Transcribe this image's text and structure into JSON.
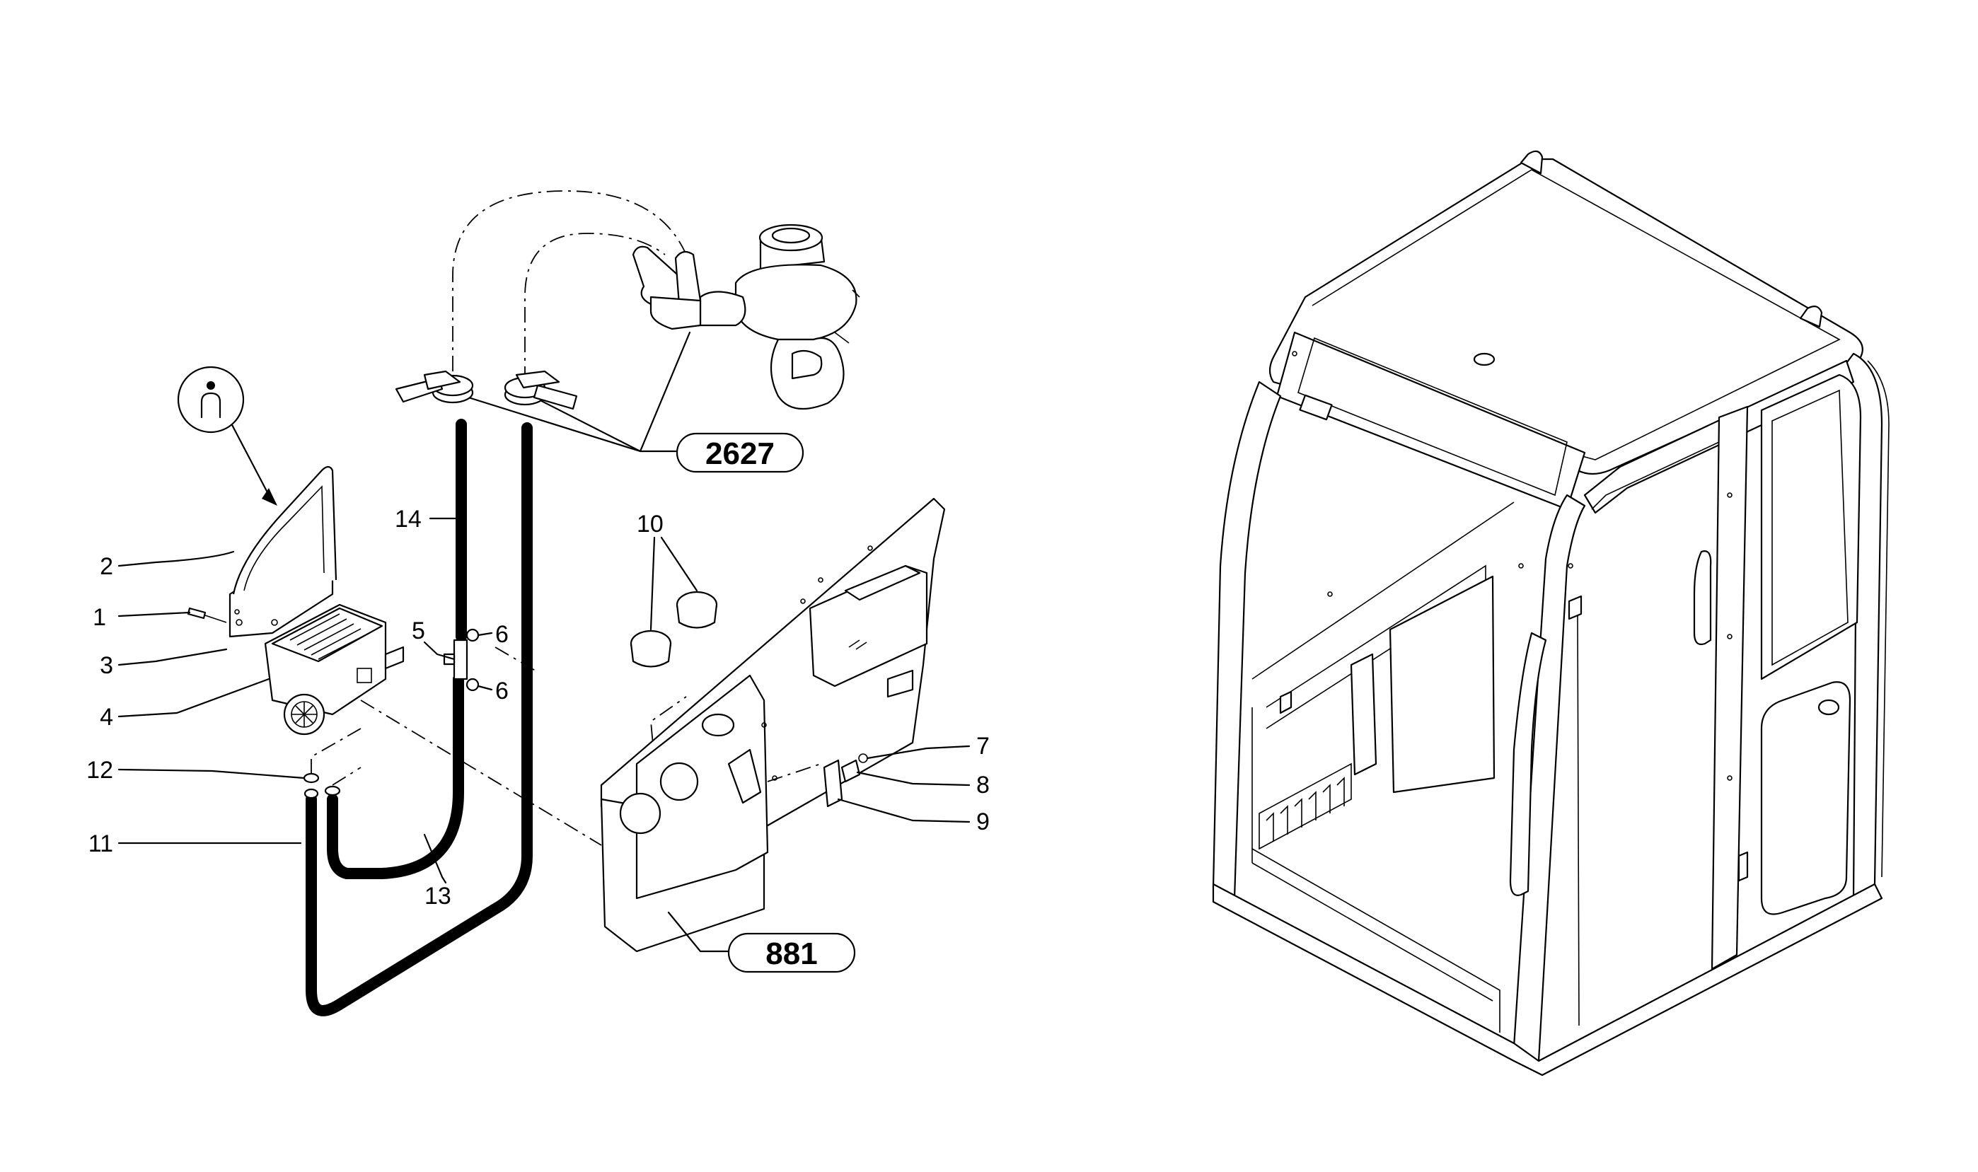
{
  "callouts": {
    "c1": "1",
    "c2": "2",
    "c3": "3",
    "c4": "4",
    "c5": "5",
    "c6a": "6",
    "c6b": "6",
    "c7": "7",
    "c8": "8",
    "c9": "9",
    "c10": "10",
    "c11": "11",
    "c12": "12",
    "c13": "13",
    "c14": "14"
  },
  "references": {
    "r2627": "2627",
    "r881": "881"
  },
  "icons": {
    "hint": "person-in-circle-icon"
  }
}
